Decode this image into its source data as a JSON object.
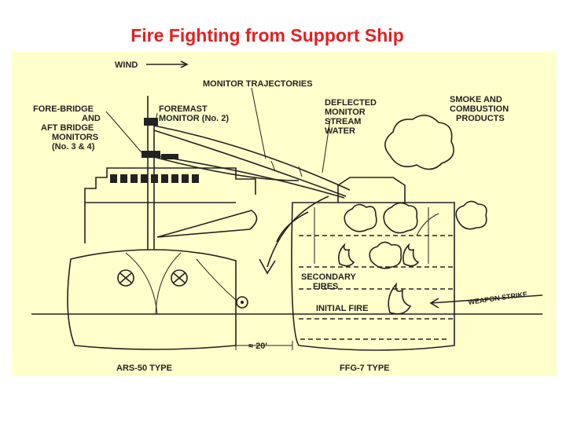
{
  "title": "Fire Fighting from Support Ship",
  "labels": {
    "wind": "WIND",
    "monitor_trajectories": "MONITOR TRAJECTORIES",
    "fore_bridge_1": "FORE-BRIDGE",
    "fore_bridge_2": "AND",
    "fore_bridge_3": "AFT BRIDGE",
    "fore_bridge_4": "MONITORS",
    "fore_bridge_5": "(No. 3 & 4)",
    "foremast_1": "FOREMAST",
    "foremast_2": "MONITOR (No. 2)",
    "deflected_1": "DEFLECTED",
    "deflected_2": "MONITOR",
    "deflected_3": "STREAM",
    "deflected_4": "WATER",
    "smoke_1": "SMOKE AND",
    "smoke_2": "COMBUSTION",
    "smoke_3": "PRODUCTS",
    "secondary_1": "SECONDARY",
    "secondary_2": "FIRES",
    "initial_fire": "INITIAL FIRE",
    "weapon_strike": "WEAPON STRIKE",
    "distance": "≈ 20'",
    "ship_left": "ARS-50 TYPE",
    "ship_right": "FFG-7 TYPE"
  },
  "colors": {
    "title": "#e81e1e",
    "panel": "#ffffcc",
    "ink": "#222222"
  },
  "icons": [
    "wind-arrow-icon",
    "fire-icon",
    "smoke-cloud-icon",
    "anchor-crest-icon"
  ]
}
